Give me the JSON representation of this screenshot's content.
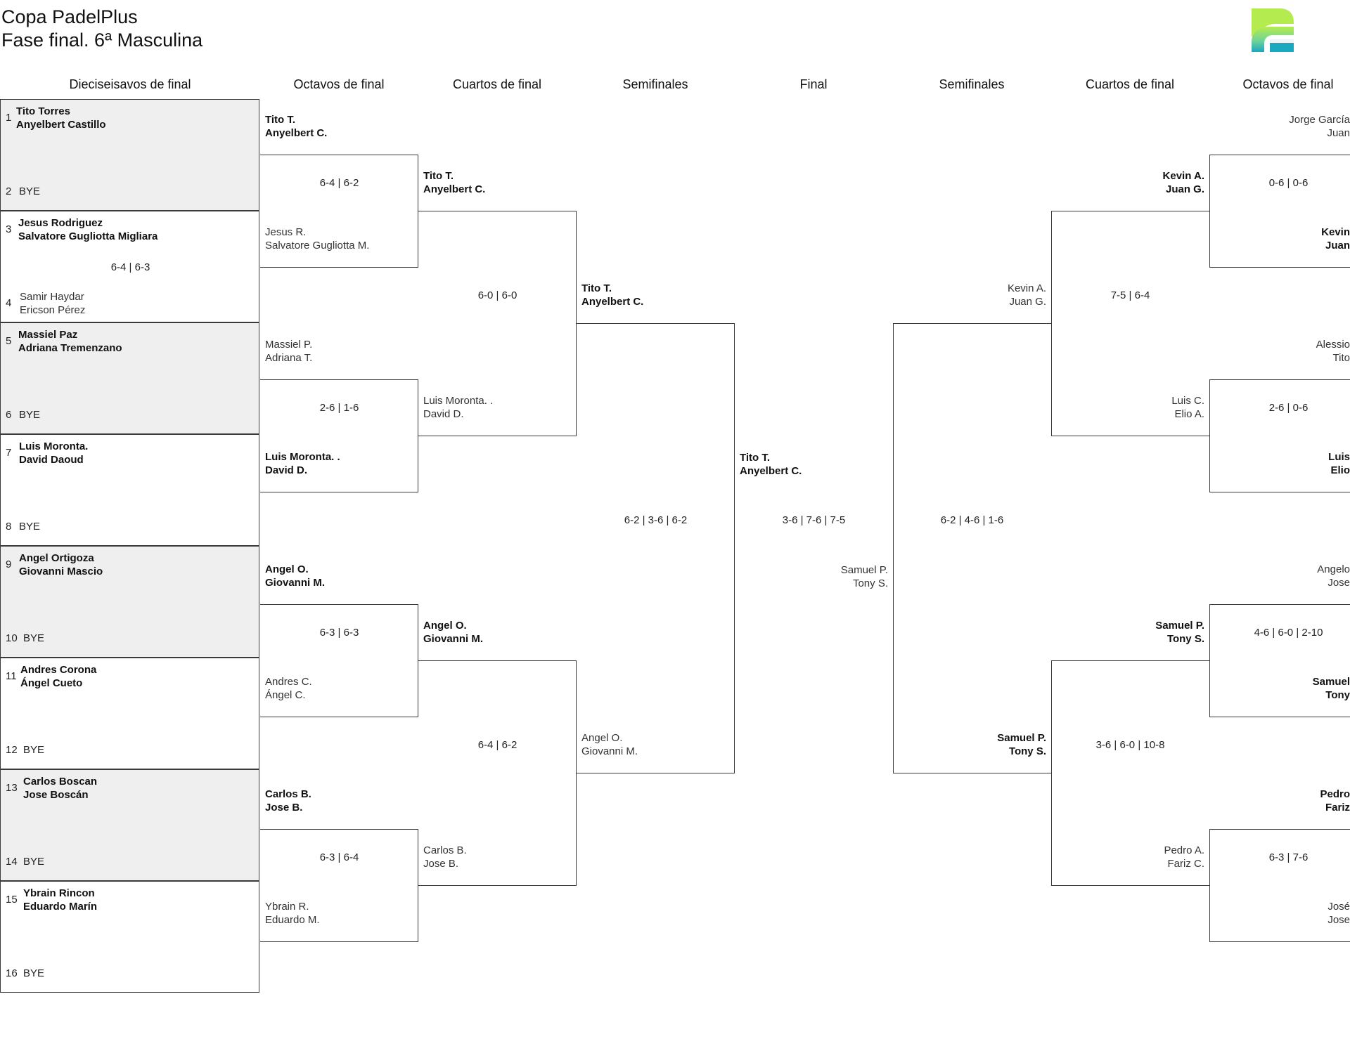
{
  "header": {
    "title_line1": "Copa PadelPlus",
    "title_line2": "Fase final. 6ª Masculina"
  },
  "colors": {
    "border": "#3a3a3a",
    "shaded_cell": "#efefef",
    "logo_green": "#b4ec4f",
    "logo_teal": "#19a7c1"
  },
  "columns": [
    "Dieciseisavos de final",
    "Octavos de final",
    "Cuartos de final",
    "Semifinales",
    "Final",
    "Semifinales",
    "Cuartos de final",
    "Octavos de final"
  ],
  "round_of_32": [
    {
      "seed_a": "1",
      "a1": "Tito Torres",
      "a2": "Anyelbert Castillo",
      "seed_b": "2",
      "b": "BYE",
      "score": ""
    },
    {
      "seed_a": "3",
      "a1": "Jesus Rodriguez",
      "a2": "Salvatore Gugliotta Migliara",
      "seed_b": "4",
      "b1": "Samir Haydar",
      "b2": "Ericson Pérez",
      "score": "6-4 | 6-3"
    },
    {
      "seed_a": "5",
      "a1": "Massiel Paz",
      "a2": "Adriana Tremenzano",
      "seed_b": "6",
      "b": "BYE",
      "score": ""
    },
    {
      "seed_a": "7",
      "a1": "Luis Moronta.",
      "a2": "David Daoud",
      "seed_b": "8",
      "b": "BYE",
      "score": ""
    },
    {
      "seed_a": "9",
      "a1": "Angel Ortigoza",
      "a2": "Giovanni Mascio",
      "seed_b": "10",
      "b": "BYE",
      "score": ""
    },
    {
      "seed_a": "11",
      "a1": "Andres Corona",
      "a2": "Ángel Cueto",
      "seed_b": "12",
      "b": "BYE",
      "score": ""
    },
    {
      "seed_a": "13",
      "a1": "Carlos Boscan",
      "a2": "Jose Boscán",
      "seed_b": "14",
      "b": "BYE",
      "score": ""
    },
    {
      "seed_a": "15",
      "a1": "Ybrain Rincon",
      "a2": "Eduardo Marín",
      "seed_b": "16",
      "b": "BYE",
      "score": ""
    }
  ],
  "left_octavos": [
    {
      "top1": "Tito T.",
      "top2": "Anyelbert C.",
      "score": "6-4 | 6-2",
      "bot1": "Jesus R.",
      "bot2": "Salvatore Gugliotta M."
    },
    {
      "top1": "Massiel P.",
      "top2": "Adriana T.",
      "score": "2-6 | 1-6",
      "bot1": "Luis Moronta. .",
      "bot2": "David D."
    },
    {
      "top1": "Angel O.",
      "top2": "Giovanni M.",
      "score": "6-3 | 6-3",
      "bot1": "Andres C.",
      "bot2": "Ángel C."
    },
    {
      "top1": "Carlos B.",
      "top2": "Jose B.",
      "score": "6-3 | 6-4",
      "bot1": "Ybrain R.",
      "bot2": "Eduardo M."
    }
  ],
  "left_cuartos": [
    {
      "top1": "Tito T.",
      "top2": "Anyelbert C.",
      "score": "6-0 | 6-0",
      "bot1": "Luis Moronta. .",
      "bot2": "David D."
    },
    {
      "top1": "Angel O.",
      "top2": "Giovanni M.",
      "score": "6-4 | 6-2",
      "bot1": "Carlos B.",
      "bot2": "Jose B."
    }
  ],
  "left_semi": {
    "top1": "Tito T.",
    "top2": "Anyelbert C.",
    "score": "6-2 | 3-6 | 6-2",
    "bot1": "Angel O.",
    "bot2": "Giovanni M."
  },
  "final": {
    "top1": "Tito T.",
    "top2": "Anyelbert C.",
    "score": "3-6 | 7-6 | 7-5",
    "bot1": "Samuel P.",
    "bot2": "Tony S."
  },
  "right_semi": {
    "top1": "Kevin A.",
    "top2": "Juan G.",
    "score": "6-2 | 4-6 | 1-6",
    "bot1": "Samuel P.",
    "bot2": "Tony S."
  },
  "right_cuartos": [
    {
      "top1": "Kevin A.",
      "top2": "Juan G.",
      "score": "7-5 | 6-4",
      "bot1": "Luis C.",
      "bot2": "Elio A."
    },
    {
      "top1": "Samuel P.",
      "top2": "Tony S.",
      "score": "3-6 | 6-0 | 10-8",
      "bot1": "Pedro A.",
      "bot2": "Fariz C."
    }
  ],
  "right_octavos": [
    {
      "entry1": "Jorge García",
      "entry2": "Juan",
      "score": "0-6 | 0-6",
      "next1": "Kevin",
      "next2": "Juan"
    },
    {
      "entry1": "Alessio",
      "entry2": "Tito",
      "score": "2-6 | 0-6",
      "next1": "Luis",
      "next2": "Elio"
    },
    {
      "entry1": "Angelo",
      "entry2": "Jose",
      "score": "4-6 | 6-0 | 2-10",
      "next1": "Samuel",
      "next2": "Tony"
    },
    {
      "entry1": "Pedro",
      "entry2": "Fariz",
      "score": "6-3 | 7-6",
      "next1": "José",
      "next2": "Jose"
    }
  ]
}
